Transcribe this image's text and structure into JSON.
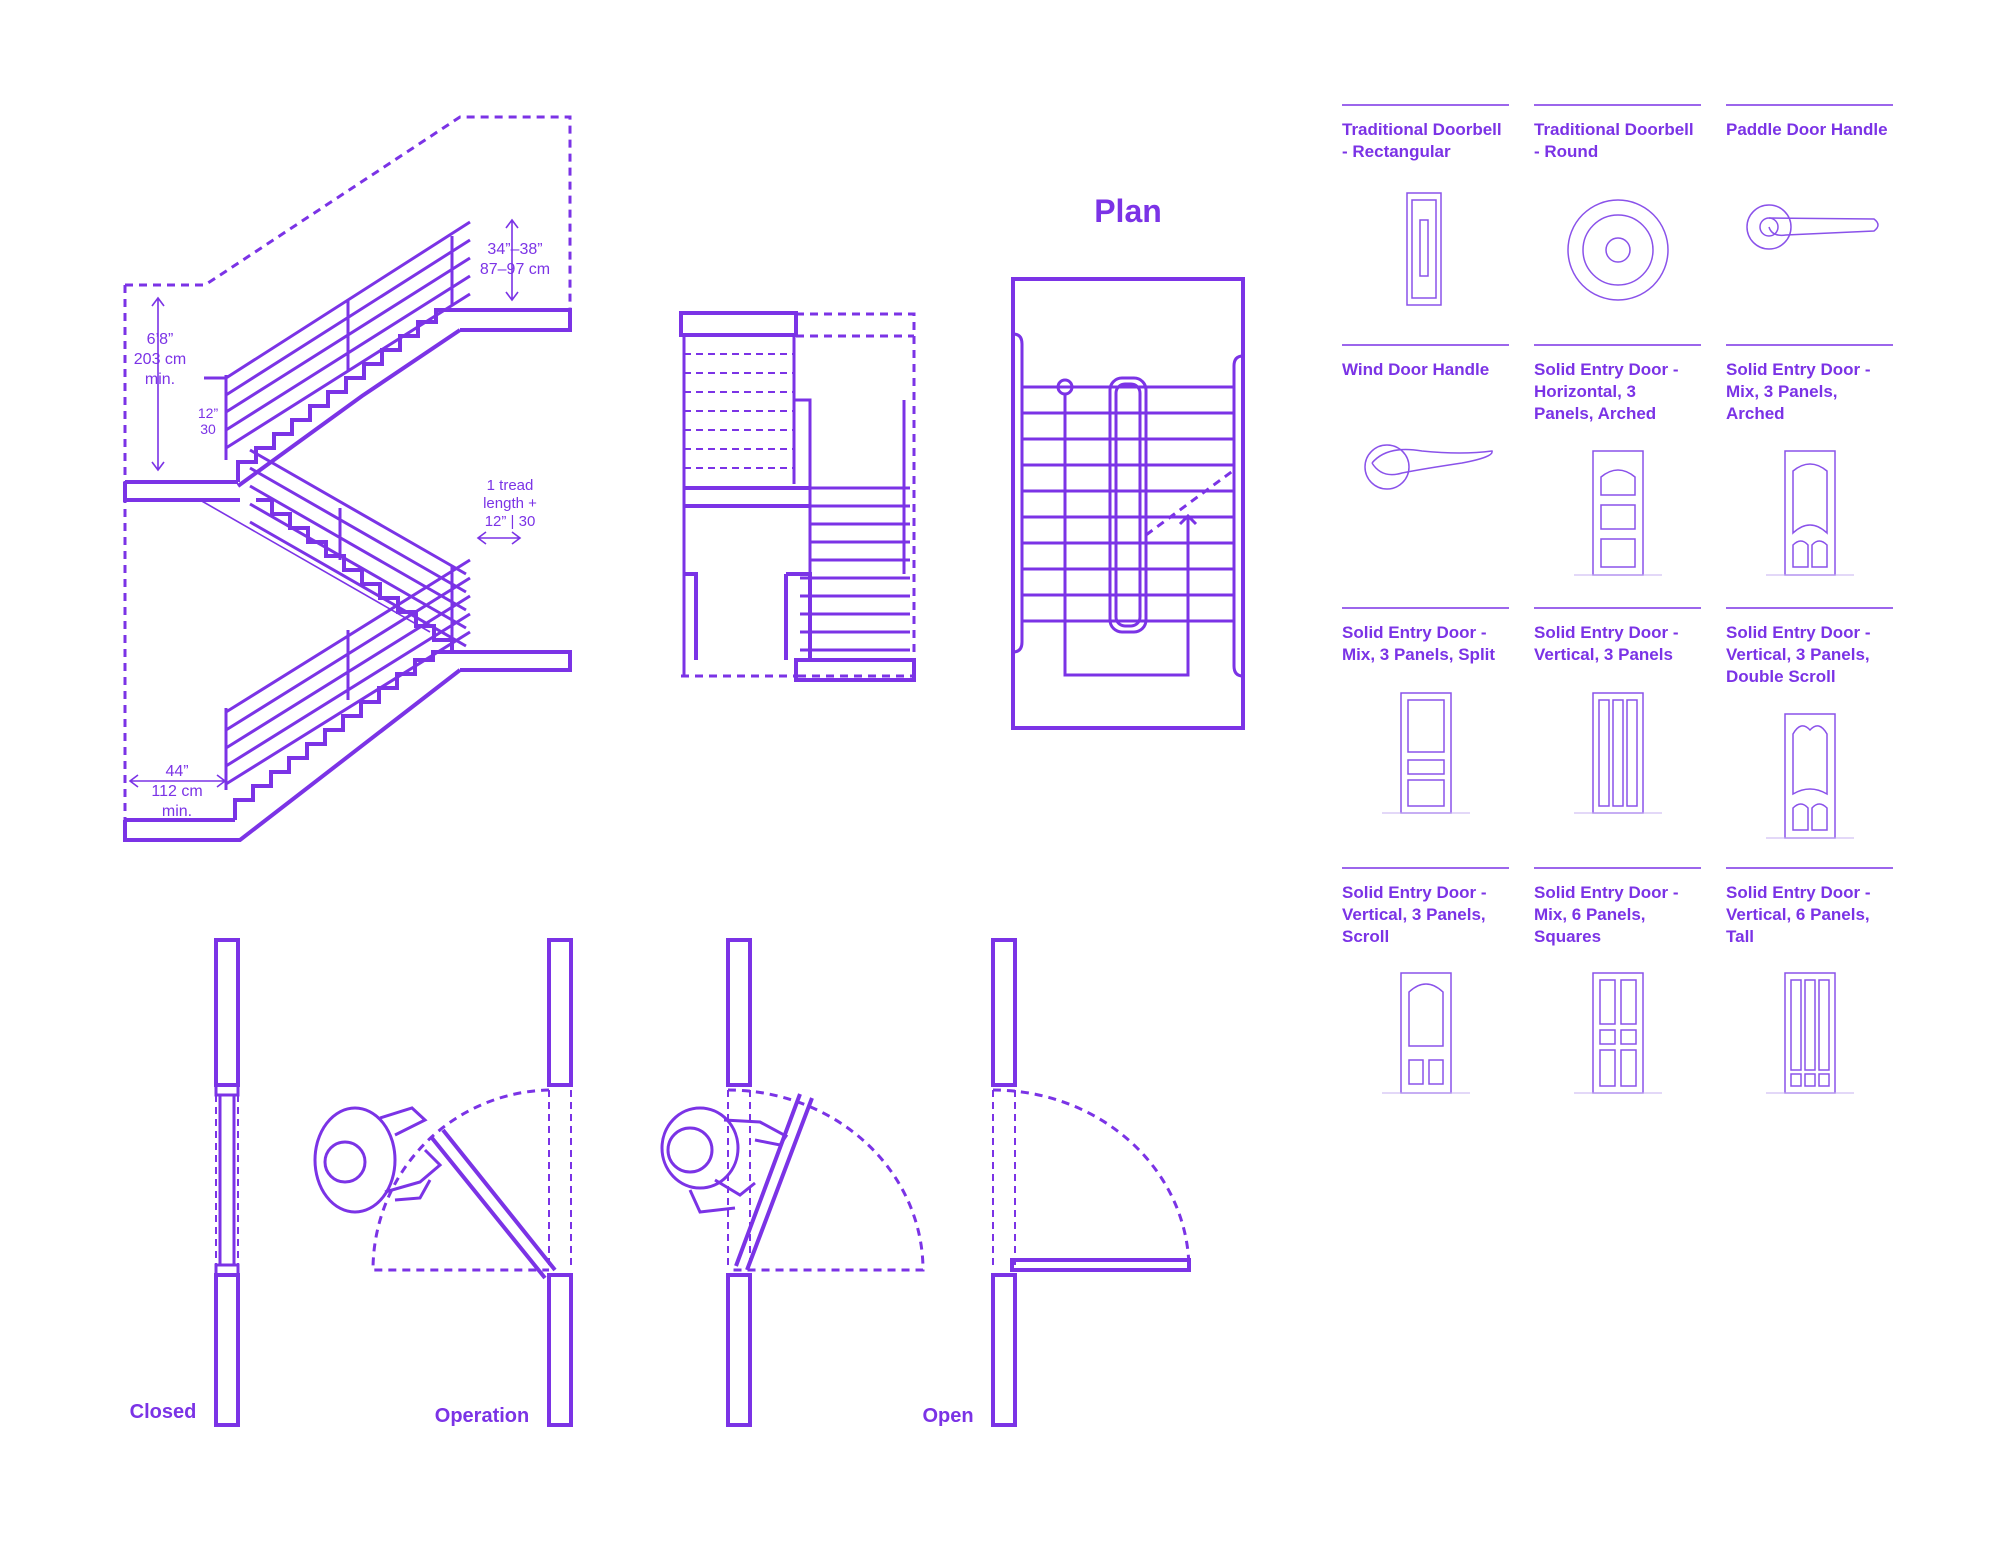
{
  "colors": {
    "accent": "#7b33e6",
    "icon": "#8a52ea",
    "background": "#ffffff"
  },
  "stair_section": {
    "headroom": [
      "6’8”",
      "203 cm",
      "min."
    ],
    "handrail_height": [
      "34”–38”",
      "87–97 cm"
    ],
    "extension": [
      "12”",
      "30"
    ],
    "tread_extension": [
      "1 tread",
      "length +",
      "12” | 30"
    ],
    "width": [
      "44”",
      "112 cm",
      "min."
    ]
  },
  "plan": {
    "title": "Plan"
  },
  "door_states": {
    "closed": "Closed",
    "operation": "Operation",
    "open": "Open"
  },
  "cards": [
    {
      "title": [
        "Traditional Doorbell",
        "- Rectangular"
      ],
      "icon": "doorbell-rect-icon"
    },
    {
      "title": [
        "Traditional Doorbell",
        "- Round"
      ],
      "icon": "doorbell-round-icon"
    },
    {
      "title": [
        "Paddle Door Handle"
      ],
      "icon": "paddle-handle-icon"
    },
    {
      "title": [
        "Wind Door Handle"
      ],
      "icon": "wind-handle-icon"
    },
    {
      "title": [
        "Solid Entry Door -",
        "Horizontal, 3",
        "Panels, Arched"
      ],
      "icon": "door-horizontal-3-arched-icon"
    },
    {
      "title": [
        "Solid Entry Door -",
        "Mix, 3 Panels,",
        "Arched"
      ],
      "icon": "door-mix-3-arched-icon"
    },
    {
      "title": [
        "Solid Entry Door -",
        "Mix, 3 Panels, Split"
      ],
      "icon": "door-mix-3-split-icon"
    },
    {
      "title": [
        "Solid Entry Door -",
        "Vertical, 3 Panels"
      ],
      "icon": "door-vertical-3-icon"
    },
    {
      "title": [
        "Solid Entry Door -",
        "Vertical, 3 Panels,",
        "Double Scroll"
      ],
      "icon": "door-vertical-3-double-scroll-icon"
    },
    {
      "title": [
        "Solid Entry Door -",
        "Vertical, 3 Panels,",
        "Scroll"
      ],
      "icon": "door-vertical-3-scroll-icon"
    },
    {
      "title": [
        "Solid Entry Door -",
        "Mix, 6 Panels,",
        "Squares"
      ],
      "icon": "door-mix-6-squares-icon"
    },
    {
      "title": [
        "Solid Entry Door -",
        "Vertical, 6 Panels,",
        "Tall"
      ],
      "icon": "door-vertical-6-tall-icon"
    }
  ]
}
